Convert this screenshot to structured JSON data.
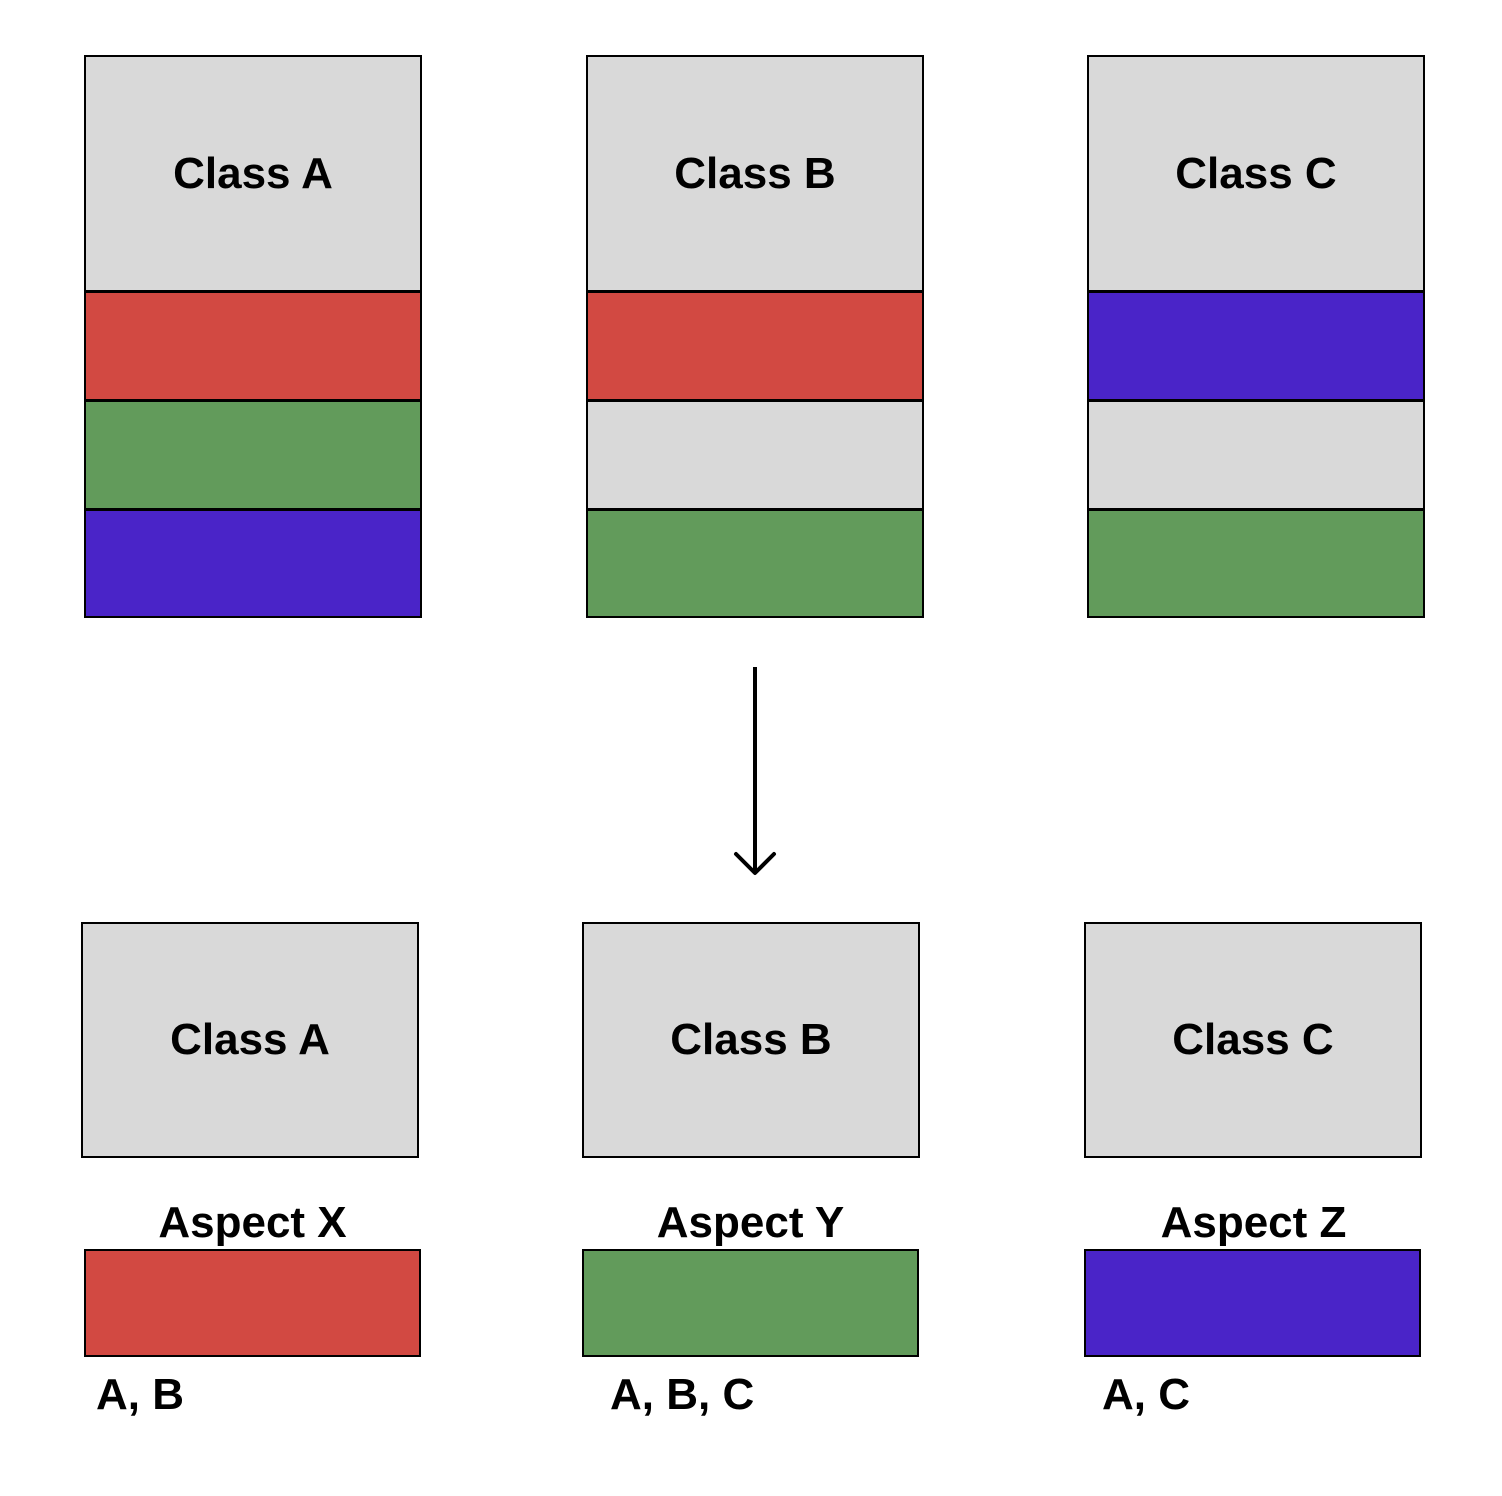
{
  "colors": {
    "x": "#d24942",
    "y": "#629b5b",
    "z": "#4a24c8",
    "neutral": "#d9d9d9",
    "line": "#000000"
  },
  "top_classes": [
    {
      "label": "Class A",
      "bands": [
        "x",
        "y",
        "z"
      ]
    },
    {
      "label": "Class B",
      "bands": [
        "x",
        "neutral",
        "y"
      ]
    },
    {
      "label": "Class C",
      "bands": [
        "z",
        "neutral",
        "y"
      ]
    }
  ],
  "bottom_classes": [
    {
      "label": "Class A"
    },
    {
      "label": "Class B"
    },
    {
      "label": "Class C"
    }
  ],
  "aspects": [
    {
      "title": "Aspect X",
      "color": "x",
      "members": "A, B"
    },
    {
      "title": "Aspect Y",
      "color": "y",
      "members": "A, B, C"
    },
    {
      "title": "Aspect Z",
      "color": "z",
      "members": "A, C"
    }
  ],
  "arrow": {
    "direction": "down"
  }
}
